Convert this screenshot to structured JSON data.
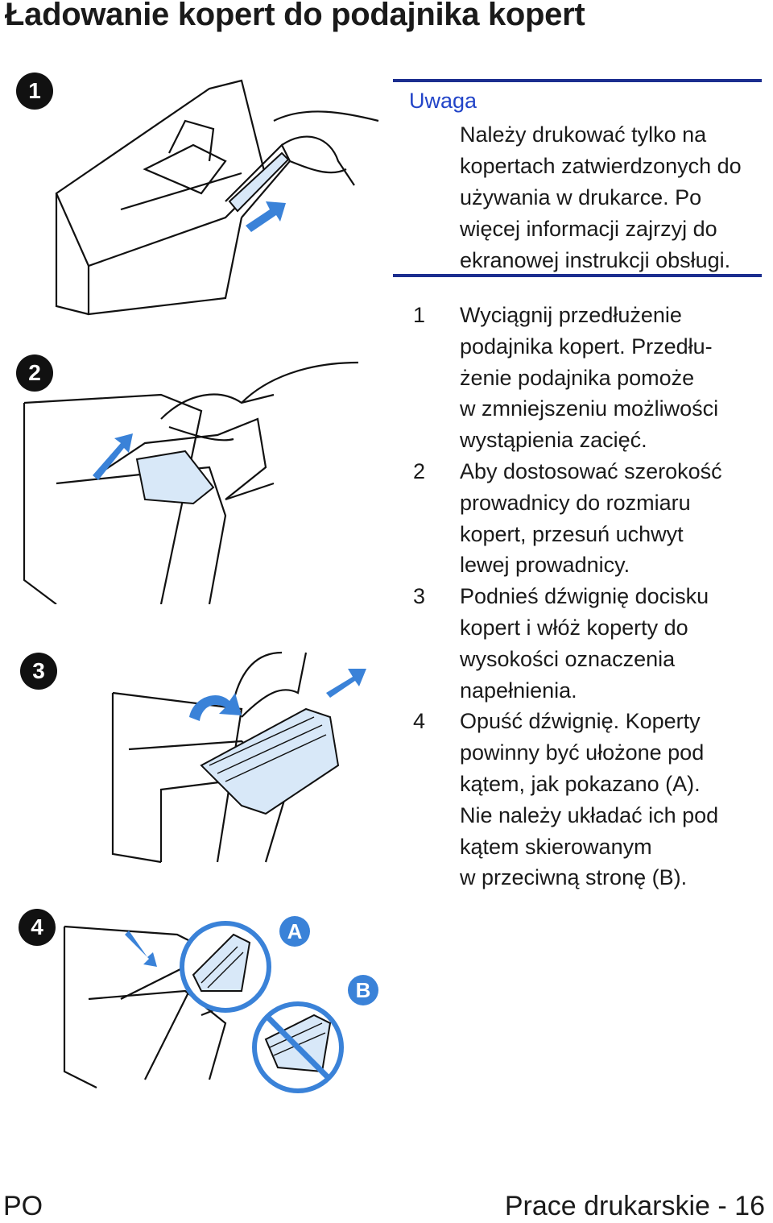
{
  "page": {
    "title": "Ładowanie kopert do podajnika kopert"
  },
  "note": {
    "heading": "Uwaga",
    "text": "Należy drukować tylko na kopertach zatwierdzonych do używania w drukarce. Po więcej informacji zajrzyj do ekranowej instrukcji obsługi."
  },
  "illustrations": {
    "badges": [
      "1",
      "2",
      "3",
      "4"
    ],
    "callouts": [
      "A",
      "B"
    ]
  },
  "steps": [
    {
      "num": "1",
      "text": "Wyciągnij przedłużenie\npodajnika kopert. Przedłu-\nżenie podajnika pomoże\nw zmniejszeniu możliwości\nwystąpienia zacięć."
    },
    {
      "num": "2",
      "text": "Aby dostosować szerokość\nprowadnicy do rozmiaru\nkopert, przesuń uchwyt\nlewej prowadnicy."
    },
    {
      "num": "3",
      "text": "Podnieś dźwignię docisku\nkopert i włóż koperty do\nwysokości oznaczenia\nnapełnienia."
    },
    {
      "num": "4",
      "text": "Opuść dźwignię. Koperty\npowinny być ułożone pod\nkątem, jak pokazano (A).\nNie należy układać ich pod\nkątem skierowanym\nw przeciwną stronę (B)."
    }
  ],
  "footer": {
    "left": "PO",
    "right": "Prace drukarskie - 16"
  },
  "colors": {
    "accent_blue": "#3a82d8",
    "rule_navy": "#1c2e8f",
    "heading_blue": "#2244c8",
    "paper_tint": "#d8e8f8"
  }
}
